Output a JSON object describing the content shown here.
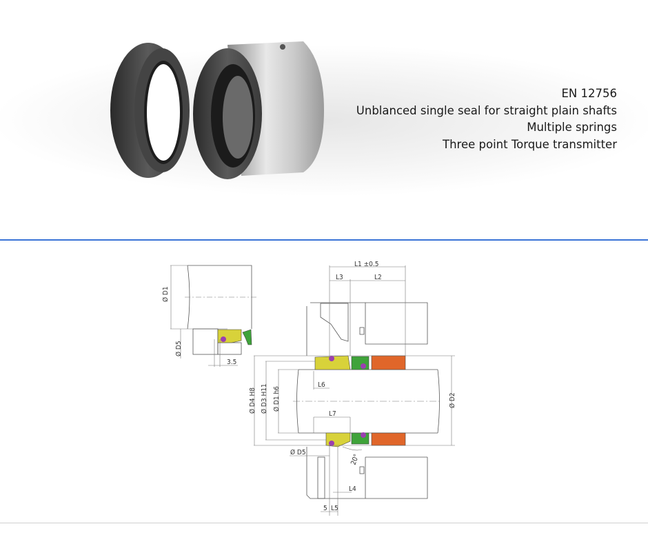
{
  "product": {
    "standard": "EN 12756",
    "features": [
      "Unblanced single seal for straight plain shafts",
      "Multiple springs",
      "Three point Torque transmitter"
    ]
  },
  "colors": {
    "accent_line": "#3a74d6",
    "seat": "#d8d23a",
    "ring": "#3fa33a",
    "spring_housing": "#e0662a",
    "oring": "#9b3fb0"
  },
  "drawing": {
    "labels": {
      "l1": "L1 ±0.5",
      "l2": "L2",
      "l3": "L3",
      "l4": "L4",
      "l5": "L5",
      "l6": "L6",
      "l7": "L7",
      "d4": "Ø D4 H8",
      "d3": "Ø D3 H11",
      "d1": "Ø D1 h6",
      "d2": "Ø D2",
      "d5": "Ø D5",
      "angle": "20°",
      "five": "5",
      "detail_d1": "Ø D1",
      "detail_d5": "Ø D5",
      "detail_35": "3.5"
    }
  }
}
